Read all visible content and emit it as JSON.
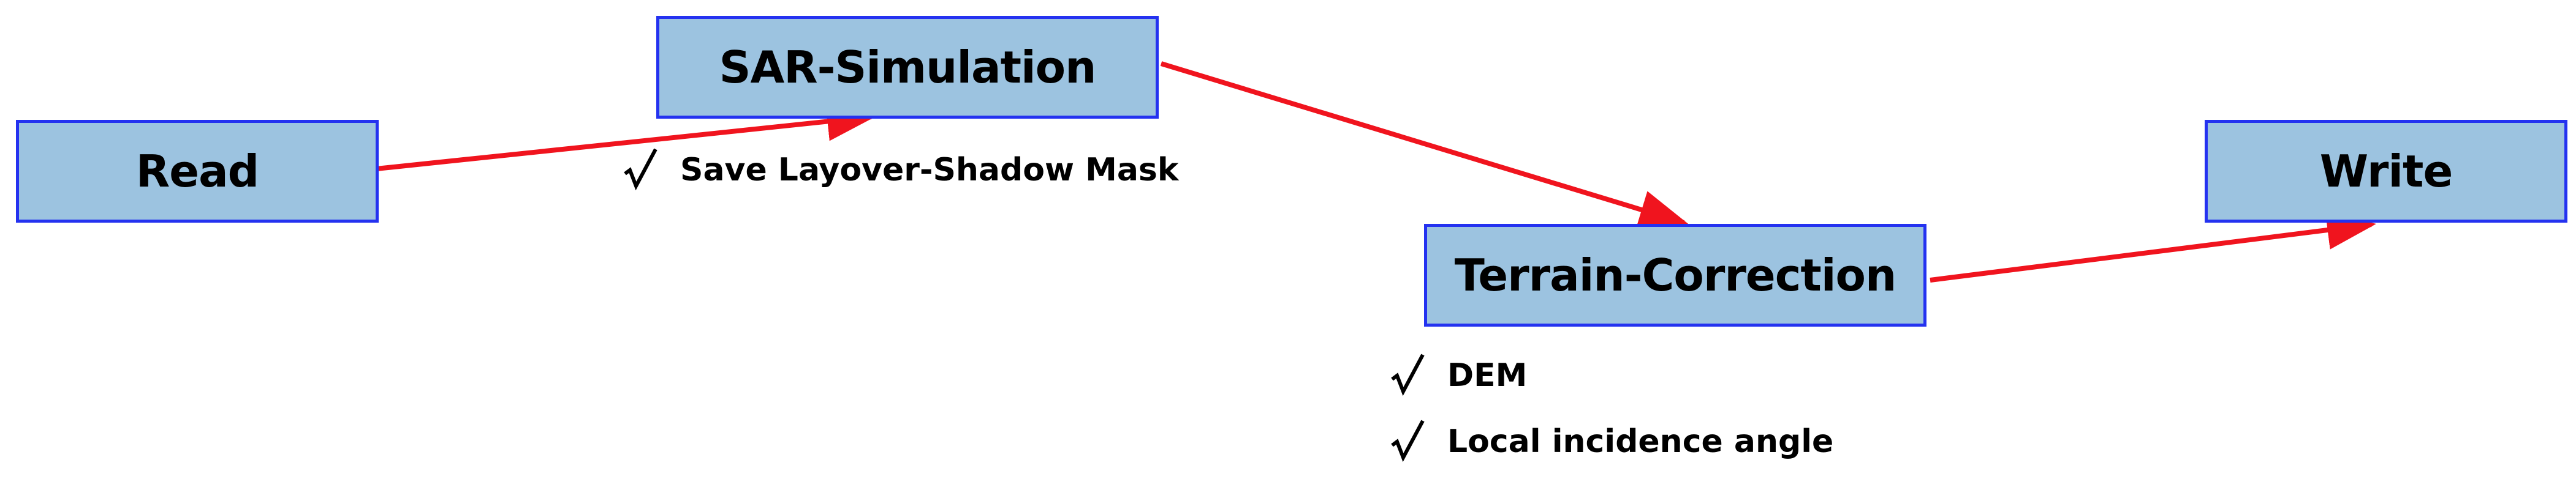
{
  "nodes": {
    "read": {
      "label": "Read"
    },
    "sar_simulation": {
      "label": "SAR-Simulation",
      "options": [
        "Save Layover-Shadow Mask"
      ]
    },
    "terrain_correction": {
      "label": "Terrain-Correction",
      "options": [
        "DEM",
        "Local incidence angle"
      ]
    },
    "write": {
      "label": "Write"
    }
  },
  "edges": [
    {
      "from": "read",
      "to": "sar_simulation"
    },
    {
      "from": "sar_simulation",
      "to": "terrain_correction"
    },
    {
      "from": "terrain_correction",
      "to": "write"
    }
  ],
  "style": {
    "box_fill": "#9cc3e0",
    "box_border": "#2432f0",
    "arrow_color": "#f0141e",
    "text_color": "#000000"
  },
  "icons": {
    "option_marker": "check-icon"
  }
}
